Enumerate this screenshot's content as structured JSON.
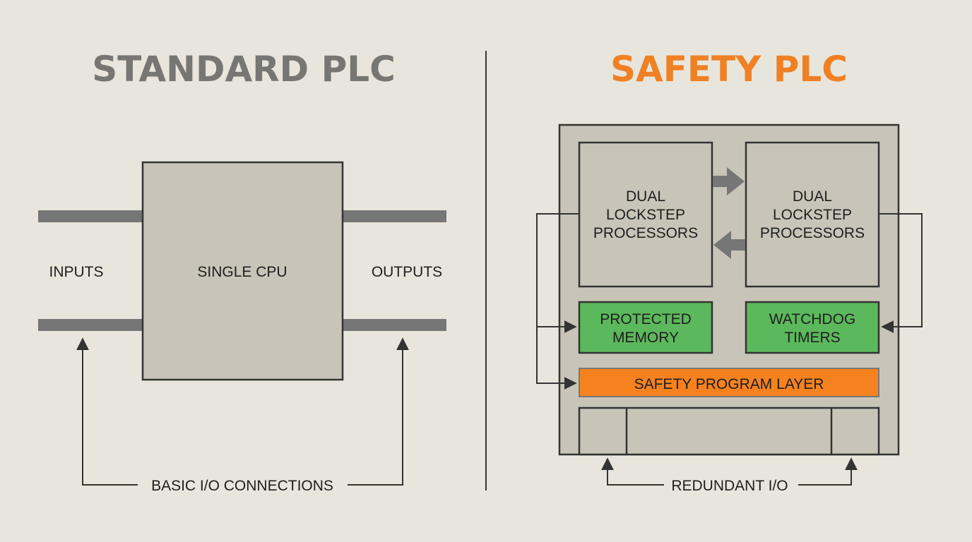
{
  "left_panel": {
    "title": "STANDARD PLC",
    "cpu_label": "SINGLE CPU",
    "inputs_label": "INPUTS",
    "outputs_label": "OUTPUTS",
    "footer_label": "BASIC I/O CONNECTIONS"
  },
  "right_panel": {
    "title": "SAFETY PLC",
    "processor_a": [
      "DUAL",
      "LOCKSTEP",
      "PROCESSORS"
    ],
    "processor_b": [
      "DUAL",
      "LOCKSTEP",
      "PROCESSORS"
    ],
    "memory": [
      "PROTECTED",
      "MEMORY"
    ],
    "watchdog": [
      "WATCHDOG",
      "TIMERS"
    ],
    "safety_layer": "SAFETY PROGRAM LAYER",
    "footer_label": "REDUNDANT I/O"
  },
  "colors": {
    "background": "#e8e6dc",
    "left_title": "#767672",
    "right_title": "#f08024",
    "box_fill": "#c8c5b8",
    "green": "#5cb85c",
    "orange": "#f5821f",
    "bus": "#767676"
  }
}
